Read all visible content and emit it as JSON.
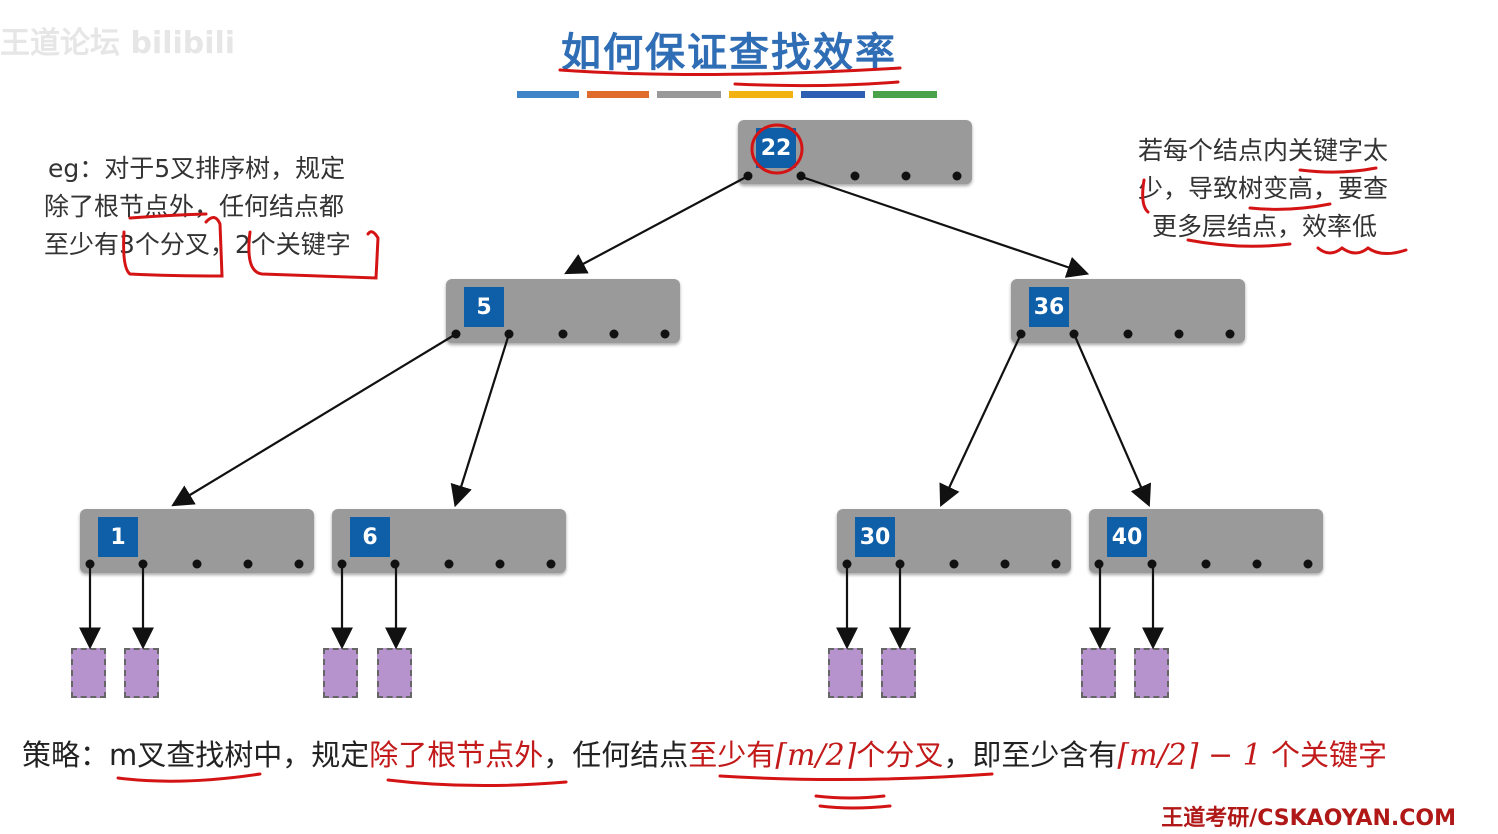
{
  "watermark": "王道论坛 bilibili",
  "title": "如何保证查找效率",
  "color_bar": [
    "#3d85c6",
    "#e06c2b",
    "#999999",
    "#f1b212",
    "#2e5fb3",
    "#4aa34a"
  ],
  "left_note": {
    "line1": "eg：对于5叉排序树，规定",
    "line2": "除了根节点外，任何结点都",
    "line3": "至少有3个分叉，2个关键字"
  },
  "right_note": {
    "line1": "若每个结点内关键字太",
    "line2": "少，导致树变高，要查",
    "line3": "更多层结点，效率低"
  },
  "tree": {
    "root": "22",
    "level2": [
      "5",
      "36"
    ],
    "level3": [
      "1",
      "6",
      "30",
      "40"
    ]
  },
  "strategy": {
    "prefix": "策略：",
    "part1": "m叉查找树中，规定",
    "part2": "除了根节点外",
    "part3": "，任何结点",
    "part4": "至少有",
    "math1": "⌈m/2⌉",
    "part5": "个分叉",
    "part6": "，即至少含有",
    "math2": "⌈m/2⌉ − 1",
    "part7": " 个关键字"
  },
  "footer": "王道考研/CSKAOYAN.COM",
  "colors": {
    "title": "#2f6db5",
    "node": "#9a9a9a",
    "key": "#0f5fa8",
    "leaf": "#b693cc",
    "pen": "#d41414"
  }
}
